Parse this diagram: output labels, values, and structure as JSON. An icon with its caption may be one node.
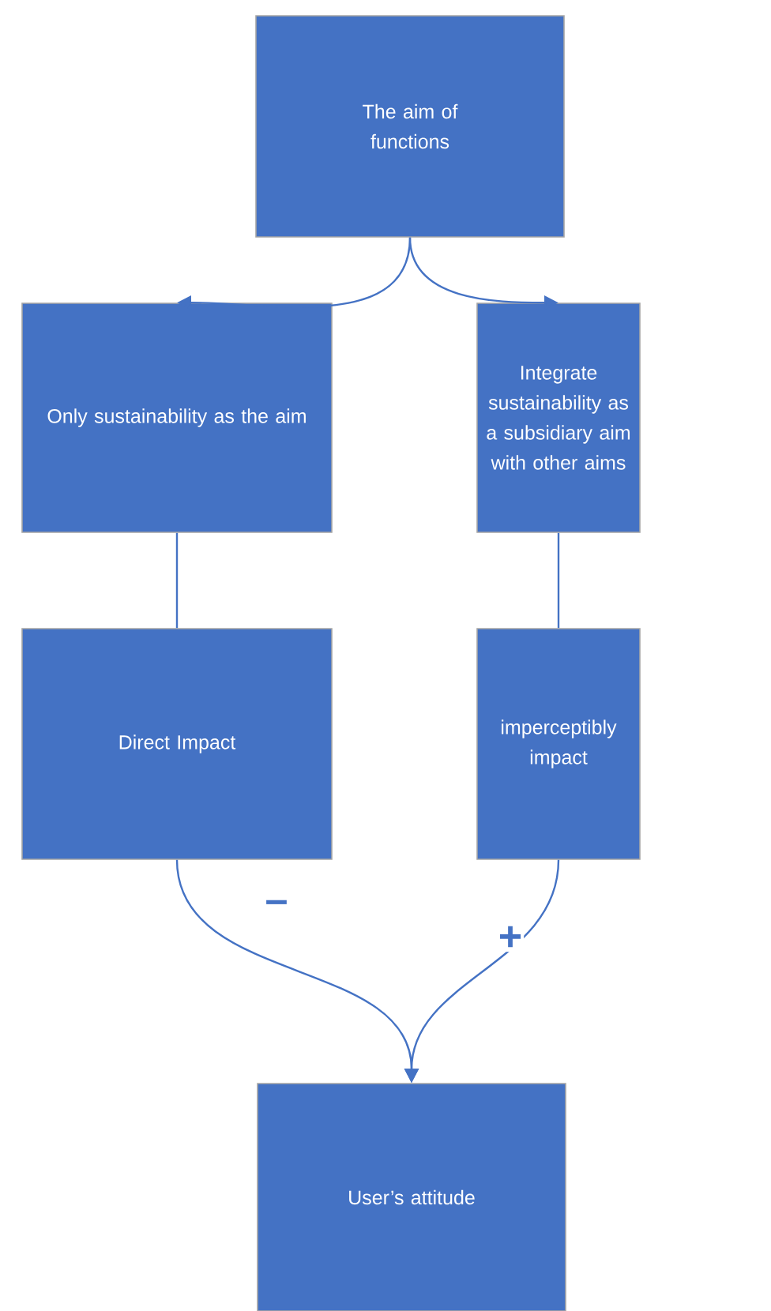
{
  "diagram": {
    "nodes": [
      {
        "text": [
          "The aim of functions"
        ]
      },
      {
        "text": [
          "Only sustainability as the aim"
        ]
      },
      {
        "text": [
          "Integrate sustainability as a subsidiary aim with other aims"
        ]
      },
      {
        "text": [
          "Direct Impact"
        ]
      },
      {
        "text": [
          "imperceptibly impact"
        ]
      },
      {
        "text": [
          "User’s attitude"
        ]
      }
    ],
    "edges": [
      {
        "from": 0,
        "to": 1,
        "arrow": "to"
      },
      {
        "from": 0,
        "to": 2,
        "arrow": "to"
      },
      {
        "from": 1,
        "to": 3,
        "arrow": "none"
      },
      {
        "from": 2,
        "to": 4,
        "arrow": "none"
      },
      {
        "from": 3,
        "to": 5,
        "arrow": "to",
        "label": "–"
      },
      {
        "from": 4,
        "to": 5,
        "arrow": "to",
        "label": "+"
      }
    ]
  }
}
